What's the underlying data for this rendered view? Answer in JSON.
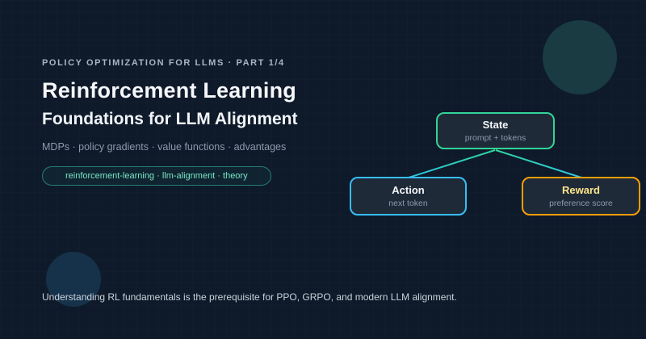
{
  "page": {
    "background_color": "#0e1a29",
    "footer_note": "Understanding RL fundamentals is the prerequisite for PPO, GRPO, and modern LLM alignment."
  },
  "hero": {
    "kicker": "POLICY OPTIMIZATION FOR LLMS · PART 1/4",
    "title_line1": "Reinforcement Learning",
    "title_line2": "Foundations for LLM Alignment",
    "topics": "MDPs · policy gradients · value functions · advantages",
    "tag_pill": "reinforcement-learning · llm-alignment · theory",
    "tag_pill_color": "#79e8c5"
  },
  "diagram": {
    "node_background": "#1f2a39",
    "nodes": [
      {
        "id": "state",
        "label": "State",
        "sublabel": "prompt + tokens",
        "border_color": "#34d399",
        "label_color": "#f2f6f9"
      },
      {
        "id": "action",
        "label": "Action",
        "sublabel": "next token",
        "border_color": "#38bdf8",
        "label_color": "#f2f6f9"
      },
      {
        "id": "reward",
        "label": "Reward",
        "sublabel": "preference score",
        "border_color": "#f59e0b",
        "label_color": "#fde68a"
      }
    ],
    "edges": [
      {
        "from": "state",
        "to": "action",
        "color_start": "#2fd39b",
        "color_end": "#2ec3e6"
      },
      {
        "from": "state",
        "to": "reward",
        "color_start": "#2fd39b",
        "color_end": "#2ec3e6"
      }
    ]
  }
}
